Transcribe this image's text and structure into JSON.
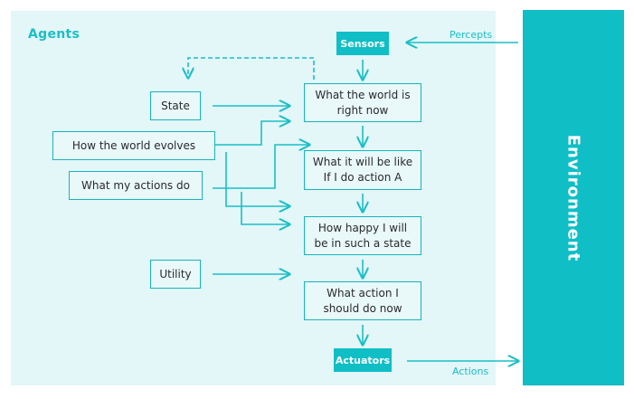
{
  "agents_label": "Agents",
  "environment_label": "Environment",
  "percepts_label": "Percepts",
  "actions_label": "Actions",
  "sensors_label": "Sensors",
  "actuators_label": "Actuators",
  "boxes": {
    "world_now": [
      "What the world is",
      "right now"
    ],
    "will_be_like": [
      "What it will be like",
      "If I do action A"
    ],
    "how_happy": [
      "How happy I will",
      "be in such a state"
    ],
    "what_action": [
      "What action I",
      "should do now"
    ],
    "state": "State",
    "how_world_evolves": "How the world evolves",
    "what_my_actions_do": "What my actions do",
    "utility": "Utility"
  },
  "colors": {
    "accent": "#10bec6",
    "panel": "#e3f6f8",
    "box_border": "#14b6bd"
  }
}
